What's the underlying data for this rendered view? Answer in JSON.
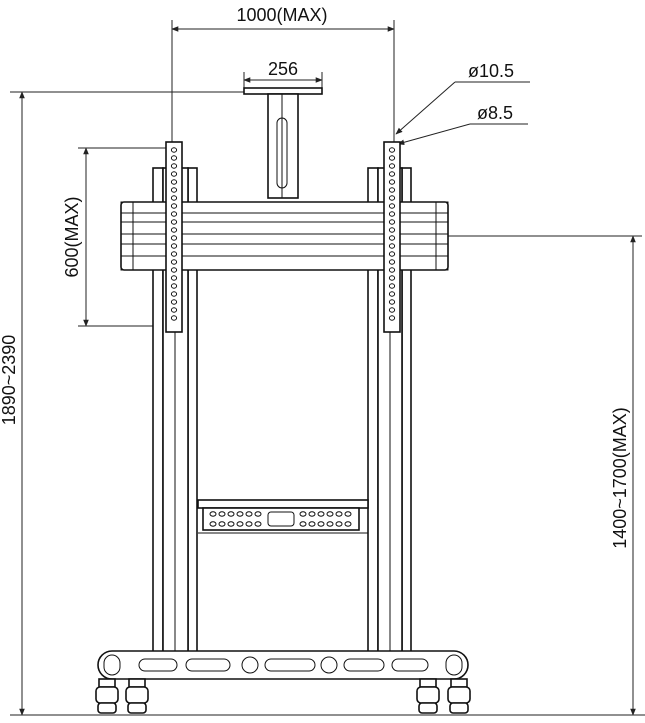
{
  "dimensions": {
    "mount_width": "1000(MAX)",
    "bracket_width": "256",
    "hole_large": "ø10.5",
    "hole_small": "ø8.5",
    "mount_height": "600(MAX)",
    "total_height": "1890~2390",
    "center_height": "1400~1700(MAX)"
  }
}
